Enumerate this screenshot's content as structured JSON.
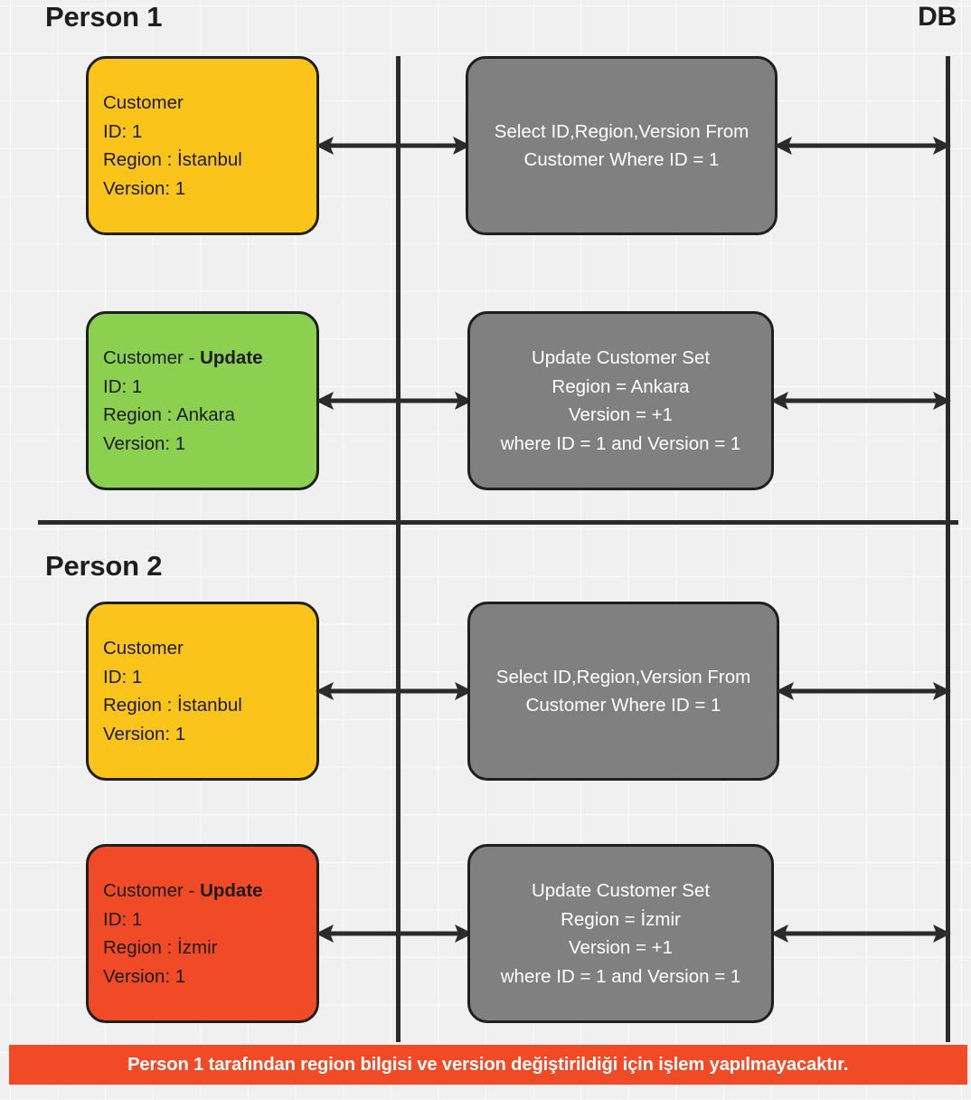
{
  "diagram": {
    "title_person1": "Person 1",
    "title_person2": "Person 2",
    "title_db": "DB",
    "banner": "Person 1 tarafından region bilgisi ve version değiştirildiği için işlem yapılmayacaktır.",
    "colors": {
      "yellow": "#fbc41b",
      "green": "#8cd050",
      "red": "#f04a26",
      "gray": "#808080",
      "line": "#2b2b2b",
      "background": "#f0f0f0"
    }
  },
  "person1": {
    "read_box": {
      "title": "Customer",
      "id": "ID: 1",
      "region": "Region : İstanbul",
      "version": "Version: 1"
    },
    "select_sql": {
      "line1": "Select ID,Region,Version From",
      "line2": "Customer Where ID = 1"
    },
    "update_box": {
      "title_prefix": "Customer - ",
      "title_strong": "Update",
      "id": "ID: 1",
      "region": "Region : Ankara",
      "version": "Version: 1"
    },
    "update_sql": {
      "line1": "Update Customer Set",
      "line2": "Region = Ankara",
      "line3": "Version = +1",
      "line4": "where ID = 1 and Version = 1"
    }
  },
  "person2": {
    "read_box": {
      "title": "Customer",
      "id": "ID: 1",
      "region": "Region : İstanbul",
      "version": "Version: 1"
    },
    "select_sql": {
      "line1": "Select ID,Region,Version From",
      "line2": "Customer Where ID = 1"
    },
    "update_box": {
      "title_prefix": "Customer - ",
      "title_strong": "Update",
      "id": "ID: 1",
      "region": "Region : İzmir",
      "version": "Version: 1"
    },
    "update_sql": {
      "line1": "Update Customer Set",
      "line2": "Region = İzmir",
      "line3": "Version = +1",
      "line4": "where ID = 1 and Version = 1"
    }
  }
}
